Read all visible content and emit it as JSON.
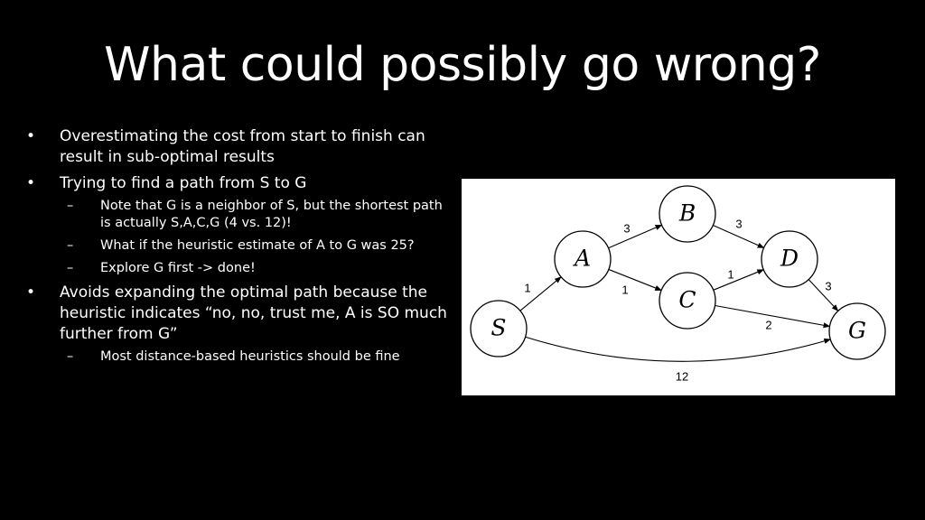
{
  "slide": {
    "title": "What could possibly go wrong?",
    "bullets": [
      {
        "text": "Overestimating the cost from start to finish can result in sub-optimal results",
        "subs": []
      },
      {
        "text": "Trying to find a path from S to G",
        "subs": [
          "Note that G is a neighbor of S, but the shortest path is actually S,A,C,G (4 vs. 12)!",
          "What if the heuristic estimate of A to G was 25?",
          "Explore G first -> done!"
        ]
      },
      {
        "text": "Avoids expanding the optimal path because the heuristic indicates “no, no, trust me, A is SO much further from G”",
        "subs": [
          "Most distance-based heuristics should be fine"
        ]
      }
    ],
    "bullet_glyph": "•",
    "dash_glyph": "–"
  },
  "graph": {
    "nodes": [
      {
        "id": "S",
        "label": "S"
      },
      {
        "id": "A",
        "label": "A"
      },
      {
        "id": "B",
        "label": "B"
      },
      {
        "id": "C",
        "label": "C"
      },
      {
        "id": "D",
        "label": "D"
      },
      {
        "id": "G",
        "label": "G"
      }
    ],
    "edges": [
      {
        "from": "S",
        "to": "A",
        "weight": "1"
      },
      {
        "from": "A",
        "to": "B",
        "weight": "3"
      },
      {
        "from": "A",
        "to": "C",
        "weight": "1"
      },
      {
        "from": "B",
        "to": "D",
        "weight": "3"
      },
      {
        "from": "C",
        "to": "D",
        "weight": "1"
      },
      {
        "from": "C",
        "to": "G",
        "weight": "2"
      },
      {
        "from": "D",
        "to": "G",
        "weight": "3"
      },
      {
        "from": "S",
        "to": "G",
        "weight": "12"
      }
    ]
  },
  "colors": {
    "background": "#000000",
    "text": "#ffffff",
    "diagram_background": "#ffffff",
    "diagram_ink": "#000000"
  }
}
